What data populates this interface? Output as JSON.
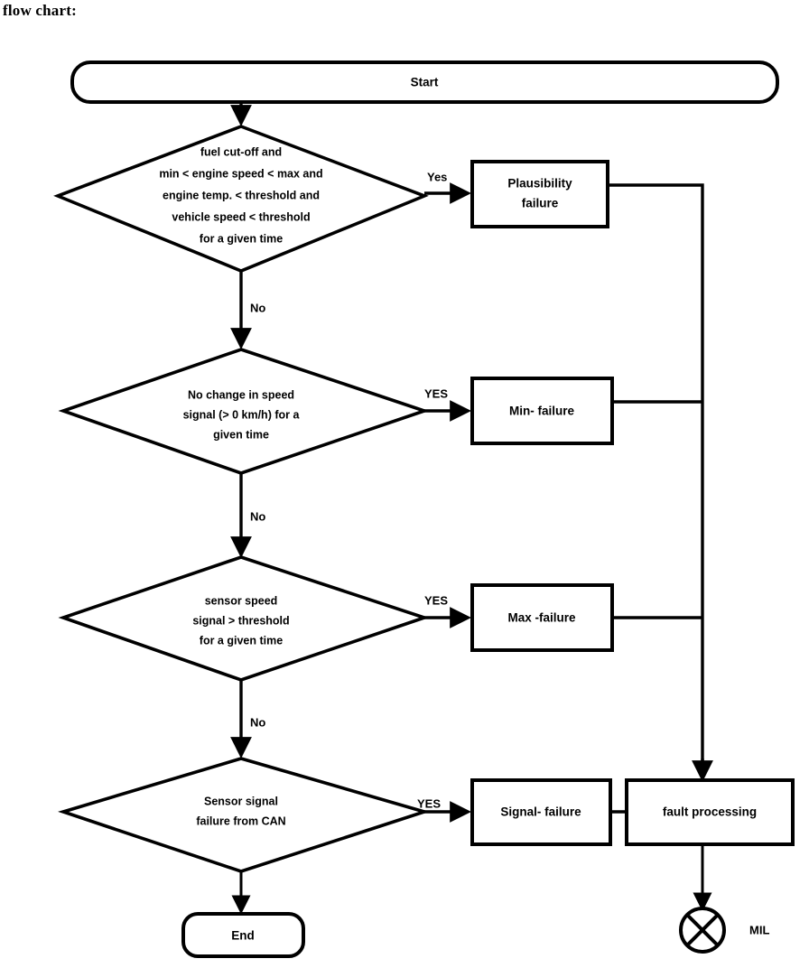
{
  "caption": "flow chart:",
  "diagram": {
    "type": "flowchart",
    "orientation": "top-to-bottom",
    "terminators": [
      {
        "id": "start",
        "label": "Start",
        "shape": "stadium"
      },
      {
        "id": "end",
        "label": "End",
        "shape": "stadium"
      }
    ],
    "decisions": [
      {
        "id": "decision-plausibility",
        "shape": "diamond",
        "lines": [
          "fuel cut-off and",
          "min < engine speed < max and",
          "engine temp. < threshold and",
          "vehicle speed < threshold",
          "for a given time"
        ],
        "yes_label": "Yes",
        "no_label": "No",
        "yes_target": "Plausibility failure"
      },
      {
        "id": "decision-min",
        "shape": "diamond",
        "lines": [
          "No change in speed",
          "signal (> 0 km/h) for a",
          "given time"
        ],
        "yes_label": "YES",
        "no_label": "No",
        "yes_target": "Min- failure"
      },
      {
        "id": "decision-max",
        "shape": "diamond",
        "lines": [
          "sensor speed",
          "signal  > threshold",
          "for a given time"
        ],
        "yes_label": "YES",
        "no_label": "No",
        "yes_target": "Max -failure"
      },
      {
        "id": "decision-signal",
        "shape": "diamond",
        "lines": [
          "Sensor signal",
          "failure from CAN"
        ],
        "yes_label": "YES",
        "no_label": "",
        "yes_target": "Signal- failure"
      }
    ],
    "processes": [
      {
        "id": "plausibility-failure",
        "shape": "rect",
        "lines": [
          "Plausibility",
          "failure"
        ]
      },
      {
        "id": "min-failure",
        "shape": "rect",
        "lines": [
          "Min- failure"
        ]
      },
      {
        "id": "max-failure",
        "shape": "rect",
        "lines": [
          "Max -failure"
        ]
      },
      {
        "id": "signal-failure",
        "shape": "rect",
        "lines": [
          "Signal- failure"
        ]
      },
      {
        "id": "fault-processing",
        "shape": "rect",
        "lines": [
          "fault processing"
        ]
      }
    ],
    "output": {
      "id": "mil-lamp",
      "symbol": "circle-with-cross",
      "label": "MIL"
    },
    "colors": {
      "stroke": "#000000",
      "fill": "#ffffff",
      "text": "#000000",
      "background": "#ffffff"
    }
  },
  "labels": {
    "start": "Start",
    "end": "End",
    "yes1": "Yes",
    "no1": "No",
    "yes2": "YES",
    "no2": "No",
    "yes3": "YES",
    "no3": "No",
    "yes4": "YES",
    "d1l1": "fuel cut-off and",
    "d1l2": "min < engine speed < max and",
    "d1l3": "engine temp. < threshold and",
    "d1l4": "vehicle speed < threshold",
    "d1l5": "for a given time",
    "d2l1": "No change in speed",
    "d2l2": "signal (> 0 km/h) for a",
    "d2l3": "given time",
    "d3l1": "sensor speed",
    "d3l2": "signal  > threshold",
    "d3l3": "for a given time",
    "d4l1": "Sensor signal",
    "d4l2": "failure from CAN",
    "p1l1": "Plausibility",
    "p1l2": "failure",
    "p2l1": "Min- failure",
    "p3l1": "Max -failure",
    "p4l1": "Signal- failure",
    "p5l1": "fault processing",
    "mil": "MIL"
  }
}
